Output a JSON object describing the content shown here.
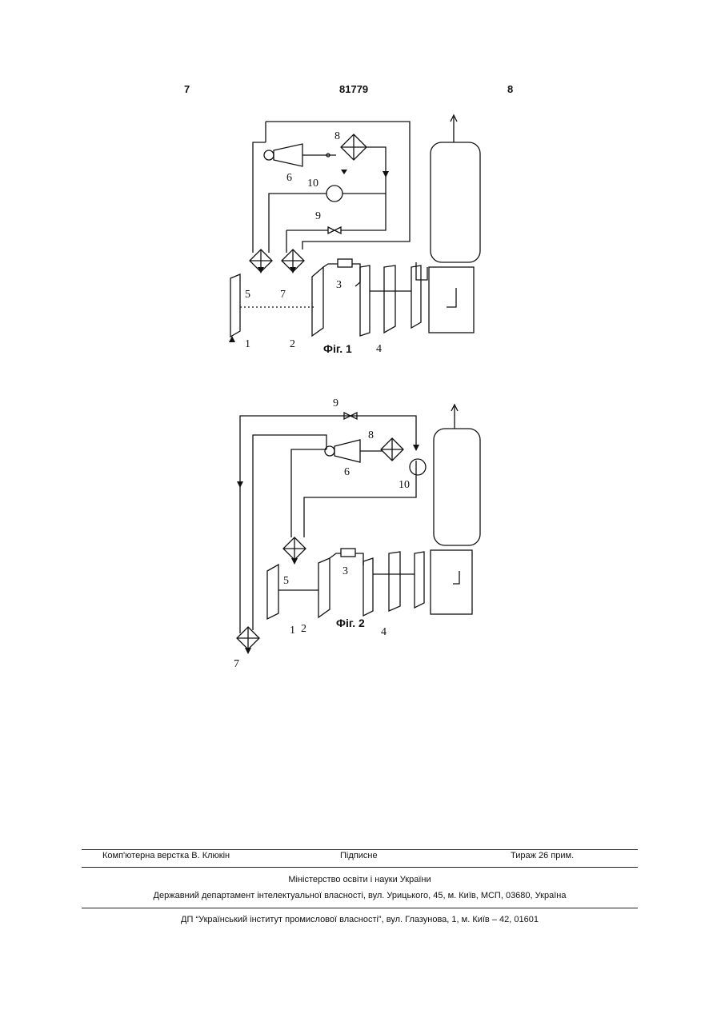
{
  "header": {
    "page_left": "7",
    "patent_number": "81779",
    "page_right": "8"
  },
  "figures": [
    {
      "caption": "Фіг. 1",
      "labels": {
        "1": "1",
        "2": "2",
        "3": "3",
        "4": "4",
        "5": "5",
        "6": "6",
        "7": "7",
        "8": "8",
        "9": "9",
        "10": "10"
      }
    },
    {
      "caption": "Фіг. 2",
      "labels": {
        "1": "1",
        "2": "2",
        "3": "3",
        "4": "4",
        "5": "5",
        "6": "6",
        "7": "7",
        "8": "8",
        "9": "9",
        "10": "10"
      }
    }
  ],
  "footer": {
    "layout": "Комп'ютерна верстка В. Клюкін",
    "signed": "Підписне",
    "circulation": "Тираж 26 прим.",
    "ministry": "Міністерство освіти і науки України",
    "department": "Державний департамент інтелектуальної власності, вул. Урицького, 45, м. Київ, МСП, 03680, Україна",
    "institute": "ДП “Український інститут промислової власності”, вул. Глазунова, 1, м. Київ – 42, 01601"
  }
}
